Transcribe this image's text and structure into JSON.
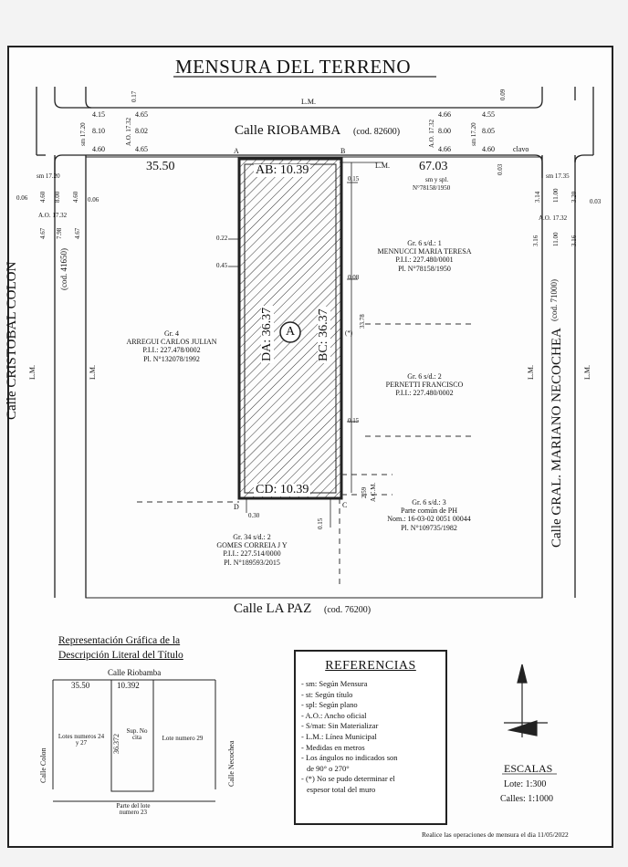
{
  "title": "MENSURA DEL TERRENO",
  "streets": {
    "north": "Calle RIOBAMBA",
    "north_code": "(cod. 82600)",
    "south": "Calle LA PAZ",
    "south_code": "(cod. 76200)",
    "west": "Calle CRISTOBAL COLON",
    "west_code": "(cod. 41650)",
    "east": "Calle GRAL. MARIANO NECOCHEA",
    "east_code": "(cod. 71000)"
  },
  "lot": {
    "label": "A",
    "ab": "AB: 10.39",
    "cd": "CD: 10.39",
    "da": "DA: 36.37",
    "bc": "BC: 36.37",
    "corner_a": "A",
    "corner_b": "B",
    "corner_c": "C",
    "corner_d": "D"
  },
  "dims": {
    "west_dist": "35.50",
    "east_dist": "67.03",
    "east_dist_note": "sm y spl.",
    "east_dist_plan": "N°78158/1950",
    "lm": "L.M.",
    "ao": "A.O. 17.32",
    "sm_left": "sm 17.20",
    "sm_right": "sm 17.35",
    "v_415": "4.15",
    "v_810": "8.10",
    "v_460": "4.60",
    "v_465": "4.65",
    "v_802": "8.02",
    "v_466": "4.66",
    "v_800": "8.00",
    "v_455": "4.55",
    "v_805": "8.05",
    "clavo": "clavo",
    "v_017": "0.17",
    "v_009": "0.09",
    "v_006": "0.06",
    "v_003": "0.03",
    "v_015": "0.15",
    "v_022": "0.22",
    "v_045": "0.45",
    "v_008": "0.08",
    "v_3378": "33.78",
    "v_030": "0.30",
    "v_259": "2.59",
    "acm": "A.C.M.",
    "ast": "(*)",
    "v_467": "4.67",
    "v_798": "7.98",
    "v_316": "3.16",
    "v_1100": "11.00",
    "v_1100b": "11.00",
    "v_320": "3.20",
    "v_314": "3.14",
    "sm1720": "sm 17.20",
    "ao1732": "A.O. 17.32"
  },
  "owners": {
    "w_gr": "Gr. 4",
    "w_name": "ARREGUI CARLOS JULIAN",
    "w_pii": "P.I.I.: 227.478/0002",
    "w_pl": "Pl. N°132078/1992",
    "e1_gr": "Gr. 6 s/d.: 1",
    "e1_name": "MENNUCCI MARIA TERESA",
    "e1_pii": "P.I.I.: 227.480/0001",
    "e1_pl": "Pl. N°78158/1950",
    "e2_gr": "Gr. 6 s/d.: 2",
    "e2_name": "PERNETTI FRANCISCO",
    "e2_pii": "P.I.I.: 227.480/0002",
    "e3_gr": "Gr. 6 s/d.: 3",
    "e3_name": "Parte común de PH",
    "e3_nom": "Nom.: 16-03-02 0051 00044",
    "e3_pl": "Pl. N°109735/1982",
    "s_gr": "Gr. 34 s/d.: 2",
    "s_name": "GOMES CORREIA J Y",
    "s_pii": "P.I.I.: 227.514/0000",
    "s_pl": "Pl. N°189593/2015"
  },
  "grafica": {
    "title1": "Representación Gráfica de la",
    "title2": "Descripción Literal del Título",
    "street_n": "Calle Riobamba",
    "d_3550": "35.50",
    "d_10392": "10.392",
    "d_36372": "36.372",
    "lots_w": "Lotes numeros 24 y 27",
    "sup": "Sup. No cita",
    "lot_e": "Lote numero 29",
    "calle_colon": "Calle Colon",
    "calle_necochea": "Calle Necochea",
    "parte": "Parte del lote numero 23"
  },
  "referencias": {
    "title": "REFERENCIAS",
    "items": [
      "- sm: Según Mensura",
      "- st: Según título",
      "- spl: Según plano",
      "- A.O.: Ancho oficial",
      "- S/mat: Sin Materializar",
      "- L.M.: Línea Municipal",
      "- Medidas en metros",
      "- Los ángulos no indicados son",
      "  de 90° o 270°",
      "- (*) No se pudo determinar el",
      "  espesor total del muro"
    ]
  },
  "escalas": {
    "title": "ESCALAS",
    "lote": "Lote: 1:300",
    "calles": "Calles: 1:1000"
  },
  "footer": "Realice las operaciones de mensura el dia 11/05/2022"
}
